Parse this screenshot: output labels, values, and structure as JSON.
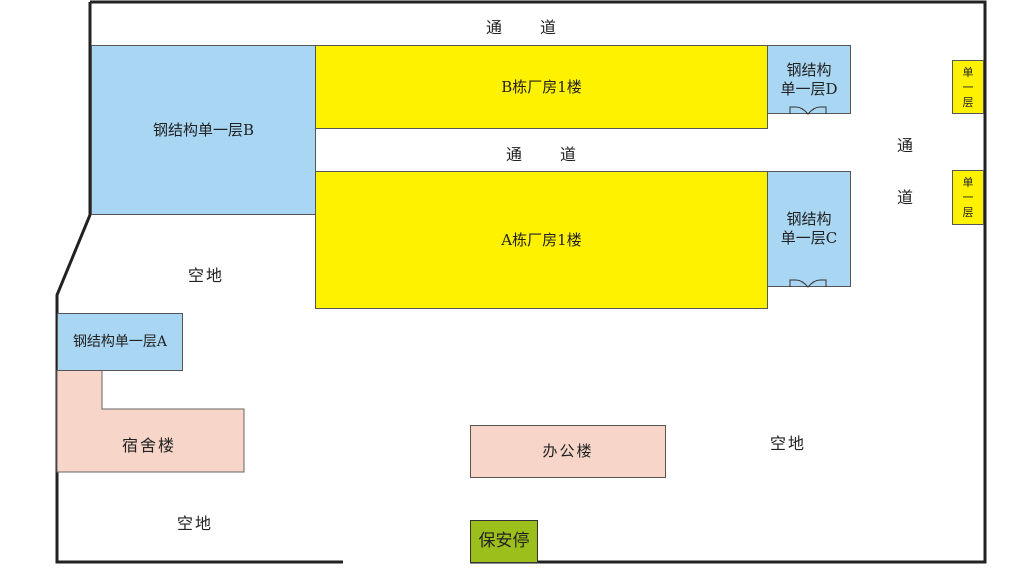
{
  "corridors": {
    "top": "通　　道",
    "middle": "通　　道",
    "right_1": "通",
    "right_2": "道"
  },
  "buildings": {
    "steel_b": "钢结构单一层B",
    "b_factory": "B栋厂房1楼",
    "steel_d": "钢结构 单一层D",
    "a_factory": "A栋厂房1楼",
    "steel_c": "钢结构 单一层C",
    "single_1": "单一层",
    "single_2": "单一层",
    "steel_a": "钢结构单一层A",
    "dorm": "宿舍楼",
    "office": "办公楼",
    "guard": "保安停"
  },
  "open_space": {
    "left": "空地",
    "right": "空地",
    "bottom": "空地"
  },
  "colors": {
    "blue": "#a9d6f2",
    "yellow": "#fff200",
    "pink": "#f7d5c8",
    "green": "#9dbf1c"
  }
}
